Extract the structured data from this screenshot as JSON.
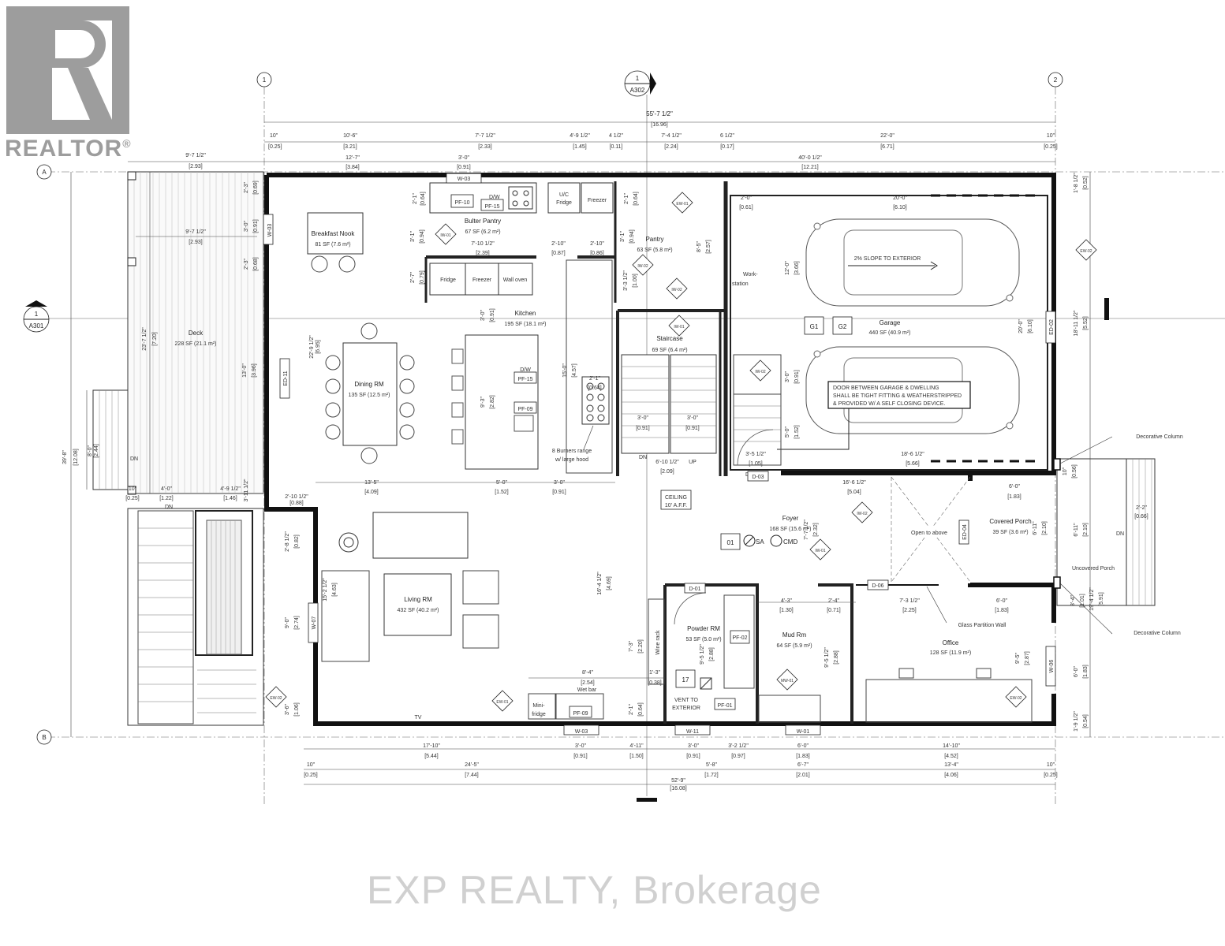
{
  "branding": {
    "realtor_word": "REALTOR",
    "realtor_mark": "®",
    "watermark": "EXP REALTY, Brokerage",
    "logo_color": "#9d9d9d"
  },
  "markers": {
    "sec_top_num": "1",
    "sec_top_ref": "A302",
    "sec_left_num": "1",
    "sec_left_ref": "A301",
    "grid_1": "1",
    "grid_2": "2",
    "grid_a": "A",
    "grid_b": "B"
  },
  "dims_top": {
    "overall": "55'-7 1/2\"",
    "overall_m": "[16.96]",
    "d1": "10\"",
    "d1m": "[0.25]",
    "d2": "10'-6\"",
    "d2m": "[3.21]",
    "d3": "7'-7 1/2\"",
    "d3m": "[2.33]",
    "d4": "4'-9 1/2\"",
    "d4m": "[1.45]",
    "d5": "4 1/2\"",
    "d5m": "[0.11]",
    "d6": "7'-4 1/2\"",
    "d6m": "[2.24]",
    "d7": "6 1/2\"",
    "d7m": "[0.17]",
    "d8": "22'-0\"",
    "d8m": "[6.71]",
    "d9": "10\"",
    "d9m": "[0.25]",
    "deck_w": "9'-7 1/2\"",
    "deck_wm": "[2.93]",
    "a1": "12'-7\"",
    "a1m": "[3.84]",
    "a2": "3'-0\"",
    "a2m": "[0.91]",
    "a3": "40'-0 1/2\"",
    "a3m": "[12.21]"
  },
  "dims_bottom": {
    "b1": "17'-10\"",
    "b1m": "[5.44]",
    "b2": "3'-0\"",
    "b2m": "[0.91]",
    "b3": "4'-11\"",
    "b3m": "[1.50]",
    "b4": "3'-0\"",
    "b4m": "[0.91]",
    "b5": "3'-2 1/2\"",
    "b5m": "[0.97]",
    "b6": "6'-0\"",
    "b6m": "[1.83]",
    "b7": "14'-10\"",
    "b7m": "[4.52]",
    "c1": "10\"",
    "c1m": "[0.25]",
    "c2": "24'-5\"",
    "c2m": "[7.44]",
    "c3": "5'-8\"",
    "c3m": "[1.72]",
    "c4": "6'-7\"",
    "c4m": "[2.01]",
    "c5": "13'-4\"",
    "c5m": "[4.06]",
    "c6": "10\"",
    "c6m": "[0.25]",
    "overall": "52'-9\"",
    "overall_m": "[16.08]"
  },
  "dims_left": {
    "total": "39'-8\"",
    "total_m": "[12.08]",
    "deck_h": "23'-7 1/2\"",
    "deck_hm": "[7.20]",
    "stair_h": "8'-0\"",
    "stair_hm": "[2.44]",
    "deck_lo": "10\"",
    "deck_lom": "[0.25]",
    "deck_w2": "4'-0\"",
    "deck_w2m": "[1.22]",
    "deck_w3": "4'-9 1/2\"",
    "deck_w3m": "[1.46]"
  },
  "dims_right": {
    "r1": "1'-8 1/2\"",
    "r1m": "[0.52]",
    "r2": "18'-11 1/2\"",
    "r2m": "[5.52]",
    "r3": "6'-11\"",
    "r3m": "[2.10]",
    "r4": "19'-4 1/2\"",
    "r4m": "[5.91]",
    "r5": "2'-2\"",
    "r5m": "[0.66]",
    "r6": "1'-9 1/2\"",
    "r6m": "[0.54]"
  },
  "rooms": {
    "deck": "Deck",
    "deck_area": "228 SF (21.1 m²)",
    "breakfast": "Breakfast Nook",
    "breakfast_area": "81 SF (7.6 m²)",
    "butler": "Bulter Pantry",
    "butler_area": "67 SF (6.2 m²)",
    "pantry": "Pantry",
    "pantry_area": "63 SF (5.8 m²)",
    "kitchen": "Kitchen",
    "kitchen_area": "195 SF (18.1 m²)",
    "dining": "Dining RM",
    "dining_area": "135 SF (12.5 m²)",
    "staircase": "Staircase",
    "staircase_area": "69 SF (6.4 m²)",
    "garage": "Garage",
    "garage_area": "440 SF (40.9 m²)",
    "foyer": "Foyer",
    "foyer_area": "168 SF (15.6 m²)",
    "covered_porch": "Covered Porch",
    "covered_porch_area": "39 SF (3.6 m²)",
    "living": "Living RM",
    "living_area": "432 SF (40.2 m²)",
    "powder": "Powder RM",
    "powder_area": "53 SF (5.0 m²)",
    "mud": "Mud Rm",
    "mud_area": "64 SF (5.9 m²)",
    "office": "Office",
    "office_area": "128 SF (11.9 m²)"
  },
  "labels": {
    "uc_fridge": "U/C",
    "uc_fridge2": "Fridge",
    "freezer_top": "Freezer",
    "fridge": "Fridge",
    "freezer": "Freezer",
    "wall_oven": "Wall oven",
    "dw_top": "D/W",
    "dw": "D/W",
    "pf10": "PF-10",
    "pf15a": "PF-15",
    "pf15b": "PF-15",
    "pf09a": "PF-09",
    "pf09b": "PF-09",
    "pf02": "PF-02",
    "pf01": "PF-01",
    "burners1": "8 Burners range",
    "burners2": "w/ large hood",
    "workstation1": "Work-",
    "workstation2": "station",
    "slope": "2% SLOPE TO EXTERIOR",
    "g1": "G1",
    "g2": "G2",
    "door_note1": "DOOR BETWEEN GARAGE & DWELLING",
    "door_note2": "SHALL BE TIGHT FITTING & WEATHERSTRIPPED",
    "door_note3": "& PROVIDED W/ A SELF CLOSING DEVICE.",
    "ceiling1": "CEILING",
    "ceiling2": "10' A.F.F.",
    "tag01": "01",
    "sa": "SA",
    "cmd": "CMD",
    "open_above": "Open to above",
    "glass_wall": "Glass Partition Wall",
    "deco_col_1": "Decorative Column",
    "deco_col_2": "Decorative Column",
    "uncovered": "Uncovered Porch",
    "dn1": "DN",
    "dn2": "DN",
    "dn3": "DN",
    "dn4": "DN",
    "up": "UP",
    "wine": "Wine rack",
    "wetbar": "Wet bar",
    "minifridge1": "Mini-",
    "minifridge2": "fridge",
    "tag17": "17",
    "vent1": "VENT TO",
    "vent2": "EXTERIOR",
    "tv": "TV",
    "w03a": "W-03",
    "w03b": "W-03",
    "w03c": "W-03",
    "w07": "W-07",
    "w11": "W-11",
    "w01": "W-01",
    "w06": "W-06",
    "ed11": "ED-11",
    "ed02": "ED-02",
    "ed04": "ED-04",
    "d01": "D-01",
    "d03": "D-03",
    "d06": "D-06",
    "ew01a": "EW-01",
    "ew01b": "EW-01",
    "ew02a": "EW-02",
    "ew02b": "EW-02",
    "ew02c": "EW-02",
    "iw01a": "IW-01",
    "iw01b": "IW-01",
    "iw01c": "IW-01",
    "iw01d": "IW-01",
    "iw02a": "IW-02",
    "iw02b": "IW-02",
    "iw02c": "IW-02",
    "iw02d": "IW-02",
    "mw01": "MW-01"
  },
  "interior_dims": {
    "k1": "2'-1\"",
    "k1m": "[0.64]",
    "k2": "3'-1\"",
    "k2m": "[0.94]",
    "k3": "2'-7\"",
    "k3m": "[0.79]",
    "k4": "7'-10 1/2\"",
    "k4m": "[2.39]",
    "k5": "2'-10\"",
    "k5m": "[0.87]",
    "k6": "2'-10\"",
    "k6m": "[0.86]",
    "k7": "3'-0\"",
    "k7m": "[0.91]",
    "k8": "9'-3\"",
    "k8m": "[2.82]",
    "k9": "15'-0\"",
    "k9m": "[4.57]",
    "k10": "2'-1\"",
    "k10m": "[0.64]",
    "k11": "13'-5\"",
    "k11m": "[4.09]",
    "k12": "5'-0\"",
    "k12m": "[1.52]",
    "k13": "3'-0\"",
    "k13m": "[0.91]",
    "p1": "8'-5\"",
    "p1m": "[2.57]",
    "p2": "2'-1\"",
    "p2m": "[0.64]",
    "p3": "3'-1\"",
    "p3m": "[0.94]",
    "p4": "3'-3 1/2\"",
    "p4m": "[1.00]",
    "s1": "3'-0\"",
    "s1m": "[0.91]",
    "s2": "3'-0\"",
    "s2m": "[0.91]",
    "s3": "6'-10 1/2\"",
    "s3m": "[2.09]",
    "d1": "22'-9 1/2\"",
    "d1m": "[6.95]",
    "d2": "13'-0\"",
    "d2m": "[3.96]",
    "bn1": "2'-3\"",
    "bn1m": "[0.69]",
    "bn2": "3'-0\"",
    "bn2m": "[0.91]",
    "bn3": "2'-3\"",
    "bn3m": "[0.68]",
    "g1": "2'-0\"",
    "g1m": "[0.61]",
    "g2": "20'-0\"",
    "g2m": "[6.10]",
    "g3": "12'-0\"",
    "g3m": "[3.66]",
    "g4": "20'-0\"",
    "g4m": "[6.10]",
    "g5": "3'-0\"",
    "g5m": "[0.91]",
    "g6": "5'-0\"",
    "g6m": "[1.52]",
    "g7": "3'-5 1/2\"",
    "g7m": "[1.05]",
    "g8": "18'-6 1/2\"",
    "g8m": "[5.66]",
    "f1": "16'-6 1/2\"",
    "f1m": "[5.04]",
    "f2": "7'-7 1/2\"",
    "f2m": "[2.32]",
    "f3": "6'-0\"",
    "f3m": "[1.83]",
    "f4": "6'-11\"",
    "f4m": "[2.10]",
    "f5": "4'-3\"",
    "f5m": "[1.30]",
    "f6": "2'-4\"",
    "f6m": "[0.71]",
    "f7": "7'-3 1/2\"",
    "f7m": "[2.25]",
    "f8": "6'-0\"",
    "f8m": "[1.83]",
    "l1": "2'-10 1/2\"",
    "l1m": "[0.88]",
    "l2": "3'-11 1/2\"",
    "l3": "2'-8 1/2\"",
    "l3m": "[0.82]",
    "l4": "15'-2 1/2\"",
    "l4m": "[4.63]",
    "l5": "9'-0\"",
    "l5m": "[2.74]",
    "l6": "3'-6\"",
    "l6m": "[1.06]",
    "l7": "16'-4 1/2\"",
    "l7m": "[4.69]",
    "l8": "7'-3\"",
    "l8m": "[2.20]",
    "l9": "8'-4\"",
    "l9m": "[2.54]",
    "l10": "1'-3\"",
    "l10m": "[0.38]",
    "l11": "2'-1\"",
    "l11m": "[0.64]",
    "m1": "9'-5 1/2\"",
    "m1m": "[2.88]",
    "m2": "9'-5 1/2\"",
    "m2m": "[2.88]",
    "o1": "9'-5\"",
    "o1m": "[2.87]",
    "o2": "6'-0\"",
    "o2m": "[1.83]",
    "o3": "3'-4\"",
    "o3m": "[1.01]",
    "o4": "10\"",
    "o4m": "[0.56]"
  }
}
